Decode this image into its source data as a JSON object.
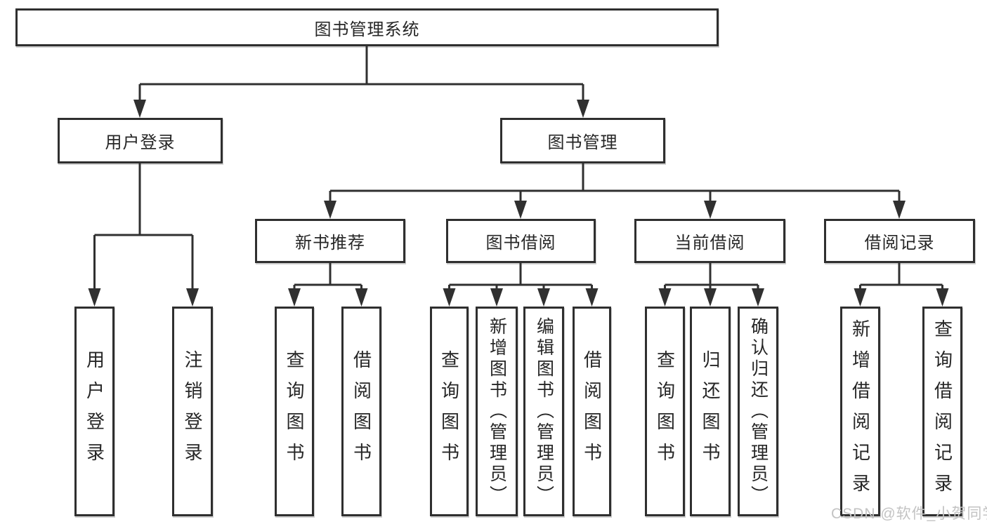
{
  "tree": {
    "root": {
      "label": "图书管理系统"
    },
    "branches": [
      {
        "label": "用户登录",
        "leaves": [
          {
            "label": "用户登录"
          },
          {
            "label": "注销登录"
          }
        ]
      },
      {
        "label": "图书管理",
        "groups": [
          {
            "label": "新书推荐",
            "leaves": [
              {
                "label": "查询图书"
              },
              {
                "label": "借阅图书"
              }
            ]
          },
          {
            "label": "图书借阅",
            "leaves": [
              {
                "label": "查询图书"
              },
              {
                "label": "新增图书（管理员）"
              },
              {
                "label": "编辑图书（管理员）"
              },
              {
                "label": "借阅图书"
              }
            ]
          },
          {
            "label": "当前借阅",
            "leaves": [
              {
                "label": "查询图书"
              },
              {
                "label": "归还图书"
              },
              {
                "label": "确认归还（管理员）"
              }
            ]
          },
          {
            "label": "借阅记录",
            "leaves": [
              {
                "label": "新增借阅记录"
              },
              {
                "label": "查询借阅记录"
              }
            ]
          }
        ]
      }
    ]
  },
  "watermark": {
    "text": "CSDN @软件_小贺同学"
  },
  "colors": {
    "background": "#ffffff",
    "line": "#303030",
    "box_border": "#2f2f2f",
    "text": "#262626",
    "watermark": "#c3c3c3"
  }
}
